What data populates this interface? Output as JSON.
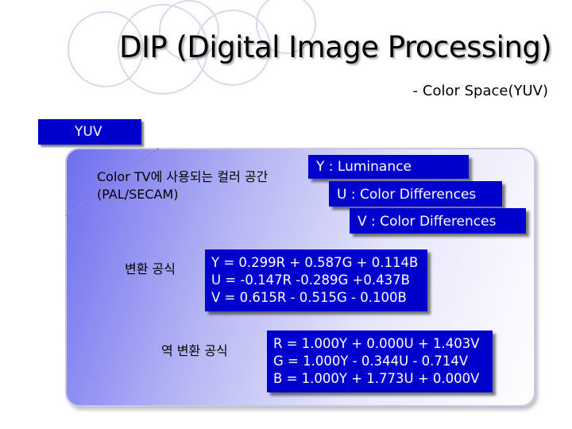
{
  "title": "DIP (Digital Image Processing)",
  "subtitle": "- Color Space(YUV)",
  "tab_label": "YUV",
  "description": {
    "line1": "Color TV에 사용되는 컬러 공간",
    "line2": "(PAL/SECAM)"
  },
  "components": {
    "y": "Y : Luminance",
    "u": "U : Color Differences",
    "v": "V : Color Differences"
  },
  "conversion": {
    "label": "변환 공식",
    "lines": [
      "Y = 0.299R + 0.587G + 0.114B",
      "U = -0.147R -0.289G +0.437B",
      "V = 0.615R - 0.515G - 0.100B"
    ]
  },
  "inverse": {
    "label": "역 변환 공식",
    "lines": [
      "R = 1.000Y + 0.000U + 1.403V",
      "G = 1.000Y - 0.344U - 0.714V",
      "B = 1.000Y + 1.773U + 0.000V"
    ]
  },
  "colors": {
    "box_blue": "#0000cc",
    "panel_gradient_start": "#6e6ef0"
  }
}
